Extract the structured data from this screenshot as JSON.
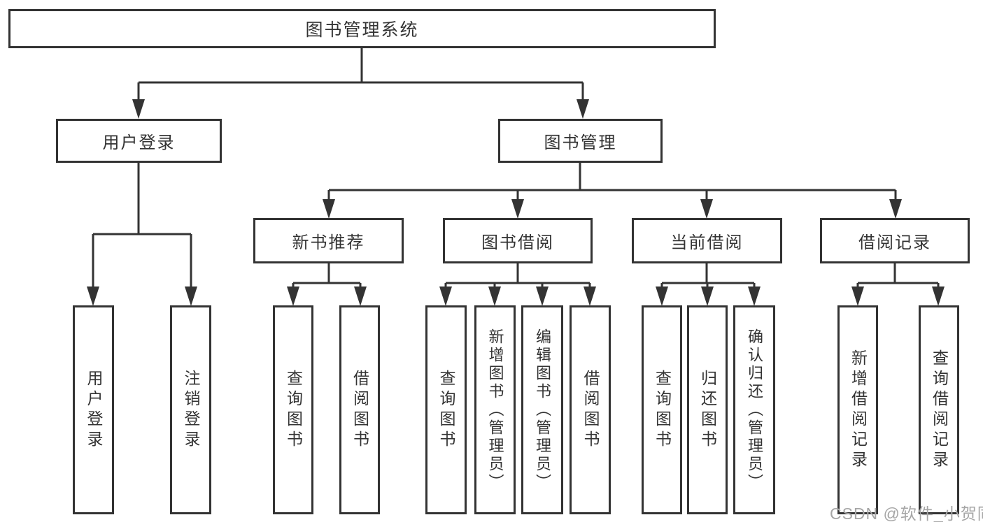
{
  "nodes": {
    "root": "图书管理系统",
    "user_login": "用户登录",
    "book_mgmt": "图书管理",
    "new_book_rec": "新书推荐",
    "book_borrow": "图书借阅",
    "current_borrow": "当前借阅",
    "borrow_record": "借阅记录",
    "leaf_user_login": "用户登录",
    "leaf_logout": "注销登录",
    "leaf_nb_query": "查询图书",
    "leaf_nb_borrow": "借阅图书",
    "leaf_bb_query": "查询图书",
    "leaf_bb_add": "新增图书（管理员）",
    "leaf_bb_edit": "编辑图书（管理员）",
    "leaf_bb_borrow": "借阅图书",
    "leaf_cb_query": "查询图书",
    "leaf_cb_return": "归还图书",
    "leaf_cb_confirm": "确认归还（管理员）",
    "leaf_br_add": "新增借阅记录",
    "leaf_br_query": "查询借阅记录"
  },
  "watermark": "CSDN @软件_小贺同学",
  "colors": {
    "line": "#333333",
    "text": "#333333",
    "watermark": "#a6a6a6",
    "background": "#ffffff"
  }
}
